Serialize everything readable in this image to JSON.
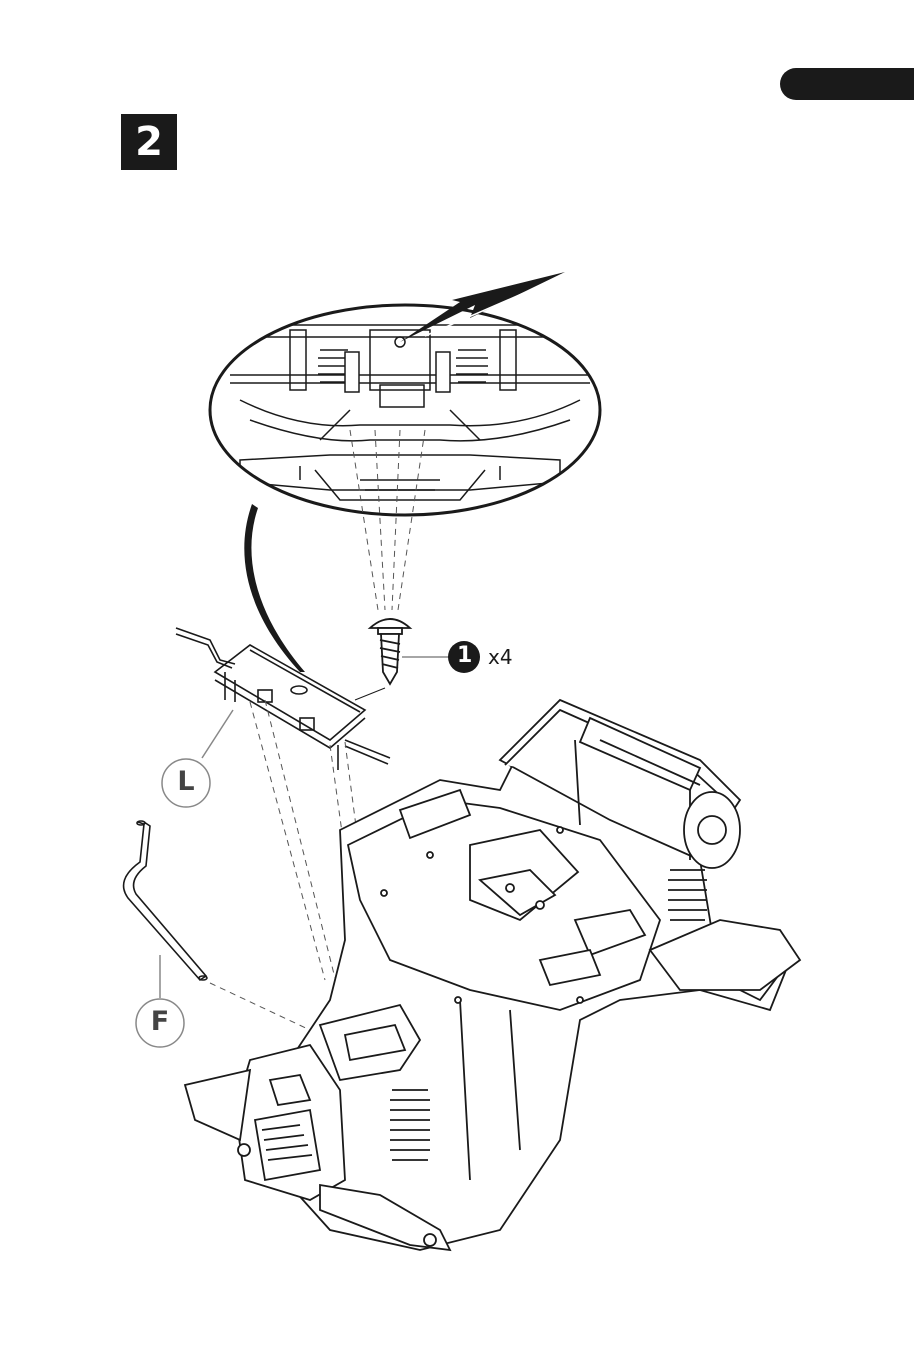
{
  "step": {
    "number": "2"
  },
  "screw": {
    "part_number": "1",
    "quantity": "x4",
    "icon": "screw-icon"
  },
  "parts": [
    {
      "letter": "L",
      "icon": "footrest-bracket-icon"
    },
    {
      "letter": "F",
      "icon": "rod-icon"
    }
  ],
  "colors": {
    "ink": "#1a1a1a",
    "paper": "#ffffff",
    "label_ring": "#888888",
    "label_text": "#444444"
  }
}
